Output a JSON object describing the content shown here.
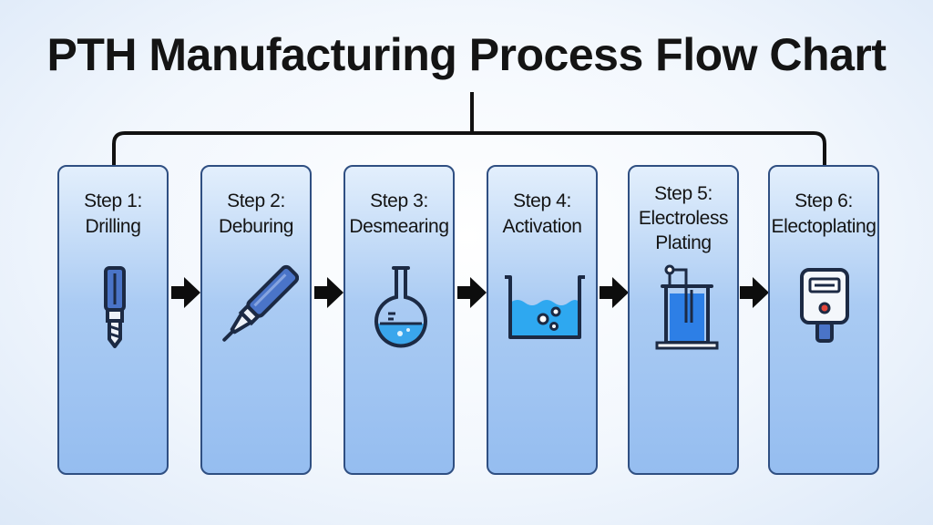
{
  "title": "PTH Manufacturing Process Flow Chart",
  "steps": [
    {
      "line1": "Step 1:",
      "line2": "Drilling",
      "line3": "",
      "icon": "drill-bit-icon"
    },
    {
      "line1": "Step 2:",
      "line2": "Deburing",
      "line3": "",
      "icon": "deburring-pen-icon"
    },
    {
      "line1": "Step 3:",
      "line2": "Desmearing",
      "line3": "",
      "icon": "flask-icon"
    },
    {
      "line1": "Step 4:",
      "line2": "Activation",
      "line3": "",
      "icon": "bath-tank-icon"
    },
    {
      "line1": "Step 5:",
      "line2": "Electroless",
      "line3": "Plating",
      "icon": "plating-tank-icon"
    },
    {
      "line1": "Step 6:",
      "line2": "Electoplating",
      "line3": "",
      "icon": "power-supply-icon"
    }
  ],
  "colors": {
    "card_border": "#2f4f82",
    "card_fill_top": "#e3effc",
    "card_fill_bottom": "#95bdf0",
    "icon_outline": "#1c2a44",
    "icon_fill_blue": "#4a74c8",
    "liquid": "#2ea8f0",
    "arrow": "#0d0d0d"
  }
}
